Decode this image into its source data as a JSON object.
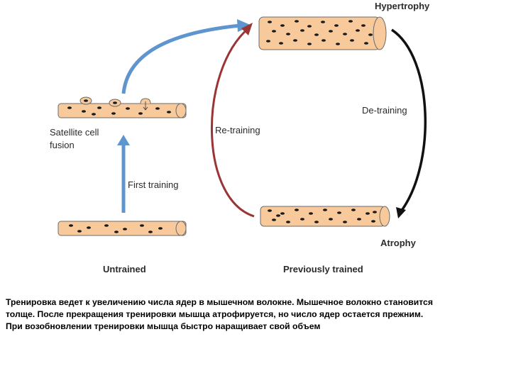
{
  "labels": {
    "hypertrophy": "Hypertrophy",
    "de_training": "De-training",
    "re_training": "Re-training",
    "satellite_line1": "Satellite cell",
    "satellite_line2": "fusion",
    "first_training": "First training",
    "atrophy": "Atrophy",
    "untrained": "Untrained",
    "previously_trained": "Previously trained"
  },
  "caption": {
    "line1": "Тренировка ведет к увеличению числа ядер в мышечном волокне. Мышечное волокно становится",
    "line2": "толще. После прекращения тренировки мышца атрофируется, но число ядер остается прежним.",
    "line3": "При возобновлении тренировки мышца быстро наращивает свой объем"
  },
  "colors": {
    "fiber_fill": "#f8c99b",
    "fiber_stroke": "#6b6b6b",
    "nucleus": "#1a1a1a",
    "blue_arrow": "#5f95cf",
    "red_arrow": "#9b3434",
    "black_arrow": "#111111"
  }
}
